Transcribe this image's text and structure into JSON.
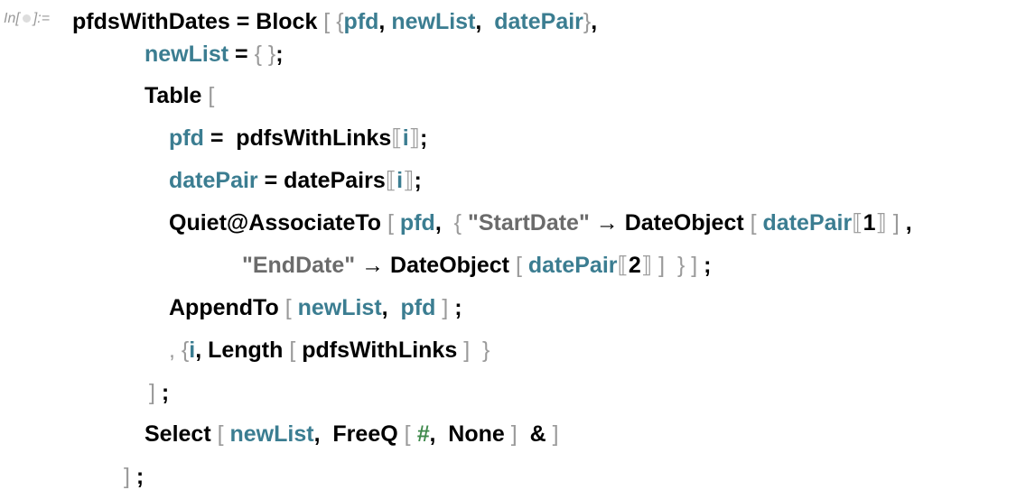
{
  "cell_label": {
    "prefix": "In[",
    "suffix": "]:="
  },
  "colors": {
    "symbol": "#000000",
    "local_variable": "#3b7d91",
    "bracket": "#9a9a9a",
    "string": "#6b6b6b",
    "slot": "#3f8a4c"
  },
  "lines": [
    [
      [
        "k",
        "pfdsWithDates = Block "
      ],
      [
        "b",
        "[ {"
      ],
      [
        "v",
        "pfd"
      ],
      [
        "k",
        ", "
      ],
      [
        "v",
        "newList"
      ],
      [
        "k",
        ",  "
      ],
      [
        "v",
        "datePair"
      ],
      [
        "b",
        "}"
      ],
      [
        "k",
        ","
      ]
    ],
    [
      [
        "v",
        "newList"
      ],
      [
        "k",
        " = "
      ],
      [
        "b",
        "{ }"
      ],
      [
        "k",
        ";"
      ]
    ],
    [
      [
        "k",
        "Table "
      ],
      [
        "b",
        "["
      ]
    ],
    [
      [
        "v",
        "pfd"
      ],
      [
        "k",
        " =  pdfsWithLinks"
      ],
      [
        "b",
        "⟦"
      ],
      [
        "v",
        "i"
      ],
      [
        "b",
        "⟧"
      ],
      [
        "k",
        ";"
      ]
    ],
    [
      [
        "v",
        "datePair"
      ],
      [
        "k",
        " = datePairs"
      ],
      [
        "b",
        "⟦"
      ],
      [
        "v",
        "i"
      ],
      [
        "b",
        "⟧"
      ],
      [
        "k",
        ";"
      ]
    ],
    [
      [
        "k",
        "Quiet@AssociateTo "
      ],
      [
        "b",
        "["
      ],
      [
        "v",
        " pfd"
      ],
      [
        "k",
        ",  "
      ],
      [
        "b",
        "{"
      ],
      [
        "s",
        " \"StartDate\""
      ],
      [
        "k",
        " → DateObject "
      ],
      [
        "b",
        "["
      ],
      [
        "v",
        " datePair"
      ],
      [
        "b",
        "⟦"
      ],
      [
        "k",
        "1"
      ],
      [
        "b",
        "⟧ ]"
      ],
      [
        "k",
        " ,"
      ]
    ],
    [
      [
        "s",
        "\"EndDate\""
      ],
      [
        "k",
        " → DateObject "
      ],
      [
        "b",
        "["
      ],
      [
        "v",
        " datePair"
      ],
      [
        "b",
        "⟦"
      ],
      [
        "k",
        "2"
      ],
      [
        "b",
        "⟧ ]  } ]"
      ],
      [
        "k",
        " ;"
      ]
    ],
    [
      [
        "k",
        "AppendTo "
      ],
      [
        "b",
        "["
      ],
      [
        "v",
        " newList"
      ],
      [
        "k",
        ",  "
      ],
      [
        "v",
        "pfd"
      ],
      [
        "b",
        " ]"
      ],
      [
        "k",
        " ;"
      ]
    ],
    [
      [
        "b",
        ", {"
      ],
      [
        "v",
        "i"
      ],
      [
        "k",
        ", Length "
      ],
      [
        "b",
        "["
      ],
      [
        "k",
        " pdfsWithLinks"
      ],
      [
        "b",
        " ]  }"
      ]
    ],
    [
      [
        "b",
        "]"
      ],
      [
        "k",
        " ;"
      ]
    ],
    [
      [
        "k",
        "Select "
      ],
      [
        "b",
        "["
      ],
      [
        "v",
        " newList"
      ],
      [
        "k",
        ",  FreeQ "
      ],
      [
        "b",
        "["
      ],
      [
        "g",
        " #"
      ],
      [
        "k",
        ",  None"
      ],
      [
        "b",
        " ]"
      ],
      [
        "k",
        "  &"
      ],
      [
        "b",
        " ]"
      ]
    ],
    [
      [
        "b",
        "]"
      ],
      [
        "k",
        " ;"
      ]
    ]
  ]
}
